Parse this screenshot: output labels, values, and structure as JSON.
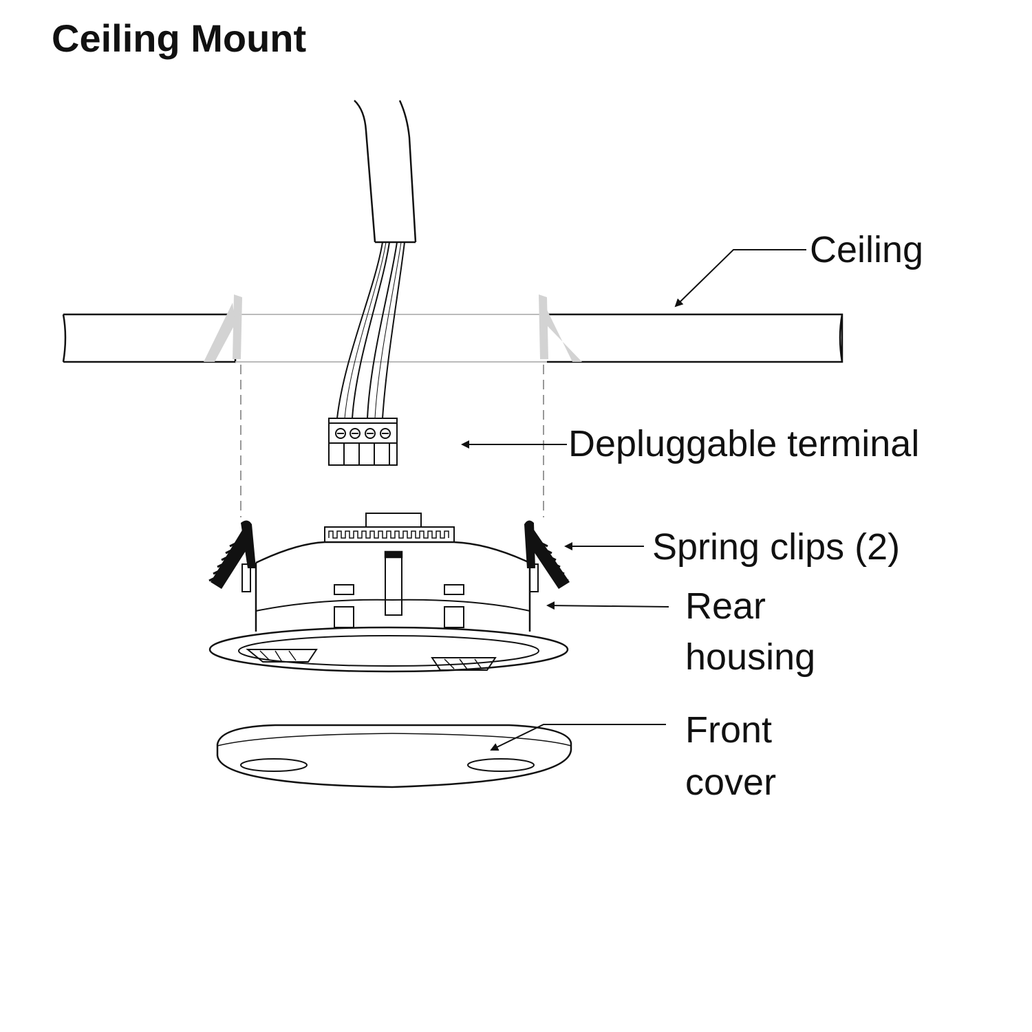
{
  "title": "Ceiling Mount",
  "labels": {
    "ceiling": "Ceiling",
    "terminal": "Depluggable terminal",
    "spring_clips": "Spring clips (2)",
    "rear_housing_line1": "Rear",
    "rear_housing_line2": "housing",
    "front_cover_line1": "Front",
    "front_cover_line2": "cover"
  },
  "colors": {
    "ink": "#111111",
    "ghost": "#cfcfcf"
  }
}
